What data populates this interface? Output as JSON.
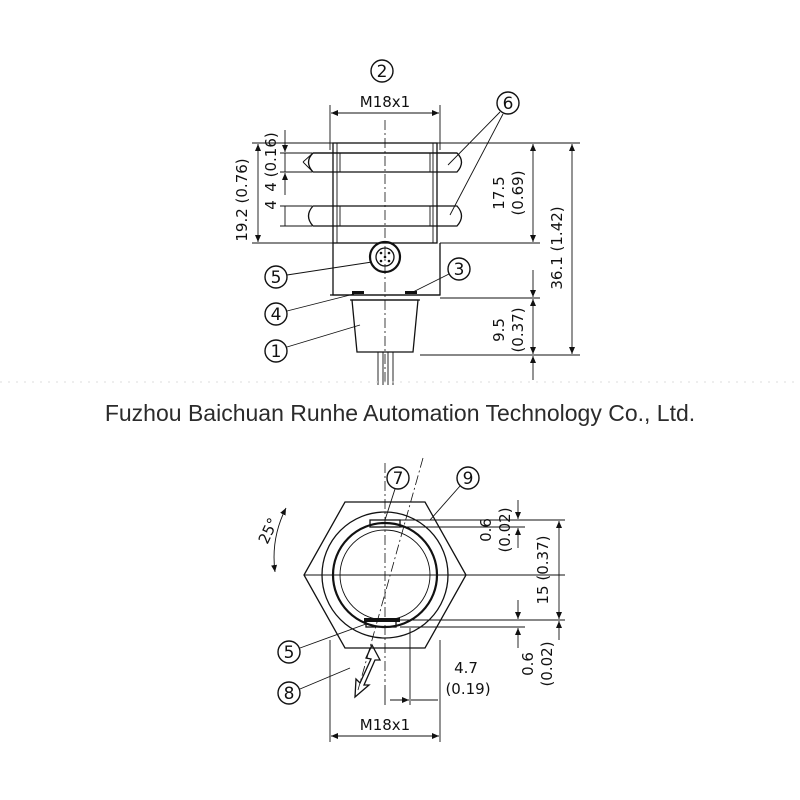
{
  "watermark": "Fuzhou Baichuan Runhe Automation Technology Co., Ltd.",
  "side_view": {
    "thread_label": "M18x1",
    "dim_19_2": "19.2 (0.76)",
    "dim_4": "4 (0.16)",
    "dim_17_5": "17.5",
    "dim_17_5_in": "(0.69)",
    "dim_36_1": "36.1 (1.42)",
    "dim_9_5": "9.5",
    "dim_9_5_in": "(0.37)",
    "callouts": [
      "1",
      "2",
      "3",
      "4",
      "5",
      "6"
    ]
  },
  "front_view": {
    "thread_label": "M18x1",
    "angle": "25°",
    "dim_0_6_top": "0.6",
    "dim_0_6_top_in": "(0.02)",
    "dim_15": "15 (0.37)",
    "dim_0_6_bottom": "0.6",
    "dim_0_6_bottom_in": "(0.02)",
    "dim_4_7": "4.7",
    "dim_4_7_in": "(0.19)",
    "callouts": [
      "5",
      "7",
      "8",
      "9"
    ]
  }
}
